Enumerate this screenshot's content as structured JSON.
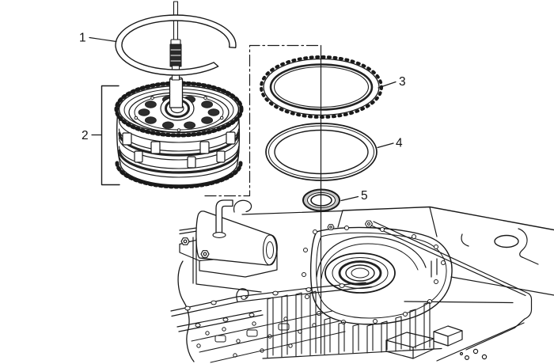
{
  "figure": {
    "background_color": "#ffffff",
    "line_color": "#1a1a1a",
    "callouts": [
      {
        "label": "1"
      },
      {
        "label": "2"
      },
      {
        "label": "3"
      },
      {
        "label": "4"
      },
      {
        "label": "5"
      }
    ]
  }
}
